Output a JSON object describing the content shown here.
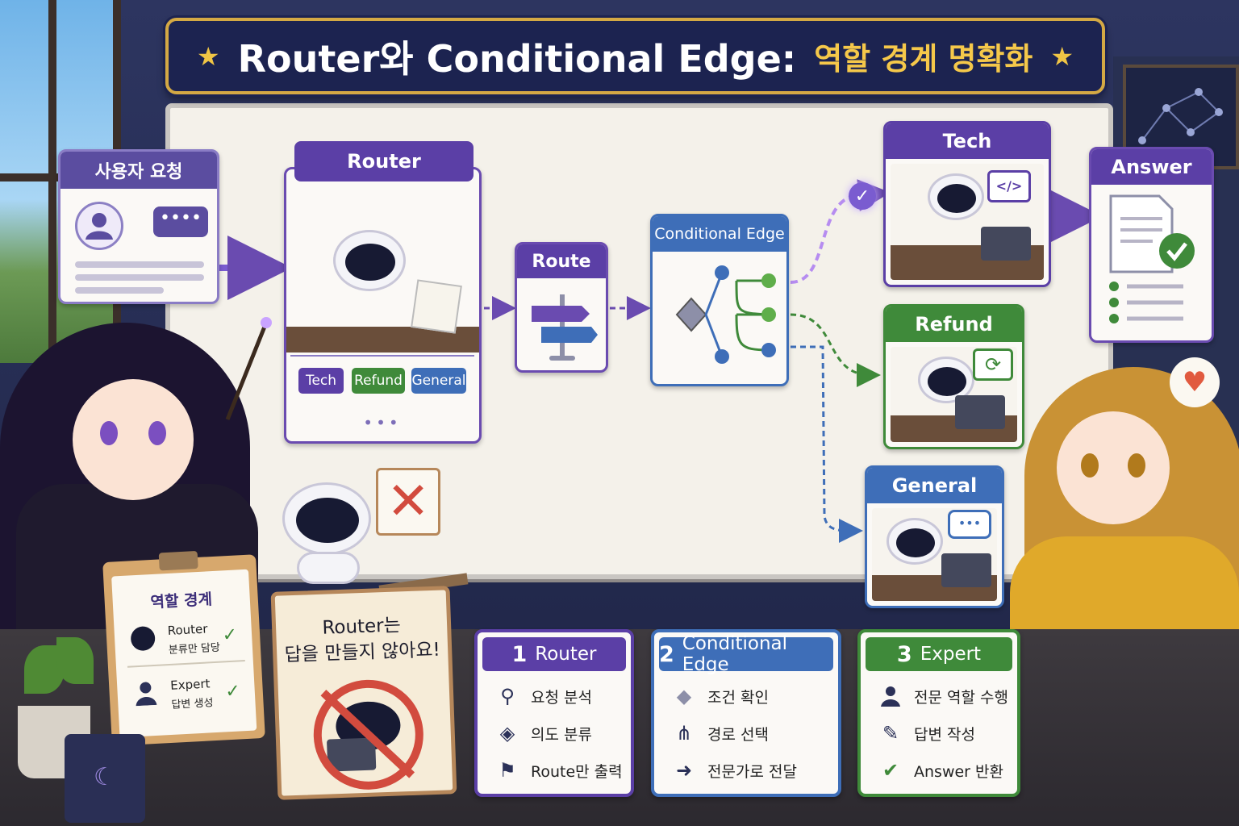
{
  "title": {
    "star_left": "★",
    "main": "Router와 Conditional Edge:",
    "accent": "역할 경계 명확화",
    "star_right": "★"
  },
  "user_request": {
    "header": "사용자 요청",
    "bubble": "••••"
  },
  "router_card": {
    "header": "Router",
    "tags": [
      "Tech",
      "Refund",
      "General"
    ],
    "more": "•••"
  },
  "route_card": {
    "header": "Route"
  },
  "conditional_card": {
    "header": "Conditional Edge"
  },
  "experts": {
    "tech": {
      "header": "Tech",
      "icon_text": "</>"
    },
    "refund": {
      "header": "Refund"
    },
    "general": {
      "header": "General",
      "bubble": "•••"
    }
  },
  "answer_card": {
    "header": "Answer"
  },
  "clipboard": {
    "title": "역할 경계",
    "rows": [
      {
        "role": "Router",
        "desc": "분류만 담당"
      },
      {
        "role": "Expert",
        "desc": "답변 생성"
      }
    ]
  },
  "sign": {
    "line1": "Router는",
    "line2": "답을 만들지 않아요!"
  },
  "steps": [
    {
      "number": "1",
      "title": "Router",
      "color": "#5b3fa6",
      "items": [
        {
          "icon": "search-icon",
          "glyph": "🔍",
          "label": "요청 분석"
        },
        {
          "icon": "tag-icon",
          "glyph": "🏷",
          "label": "의도 분류"
        },
        {
          "icon": "signpost-icon",
          "glyph": "⚑",
          "label": "Route만 출력"
        }
      ]
    },
    {
      "number": "2",
      "title": "Conditional Edge",
      "color": "#3e6eb8",
      "items": [
        {
          "icon": "diamond-icon",
          "glyph": "◆",
          "label": "조건 확인"
        },
        {
          "icon": "branch-icon",
          "glyph": "⋔",
          "label": "경로 선택"
        },
        {
          "icon": "arrow-right-icon",
          "glyph": "➜",
          "label": "전문가로 전달"
        }
      ]
    },
    {
      "number": "3",
      "title": "Expert",
      "color": "#3f8a3a",
      "items": [
        {
          "icon": "person-icon",
          "glyph": "👤",
          "label": "전문 역할 수행"
        },
        {
          "icon": "pencil-icon",
          "glyph": "✎",
          "label": "답변 작성"
        },
        {
          "icon": "check-circle-icon",
          "glyph": "✔",
          "label": "Answer 반환"
        }
      ]
    }
  ],
  "colors": {
    "purple": "#5b3fa6",
    "green": "#3f8a3a",
    "blue": "#3e6eb8",
    "gold": "#d4a944",
    "navy": "#1c2350"
  }
}
